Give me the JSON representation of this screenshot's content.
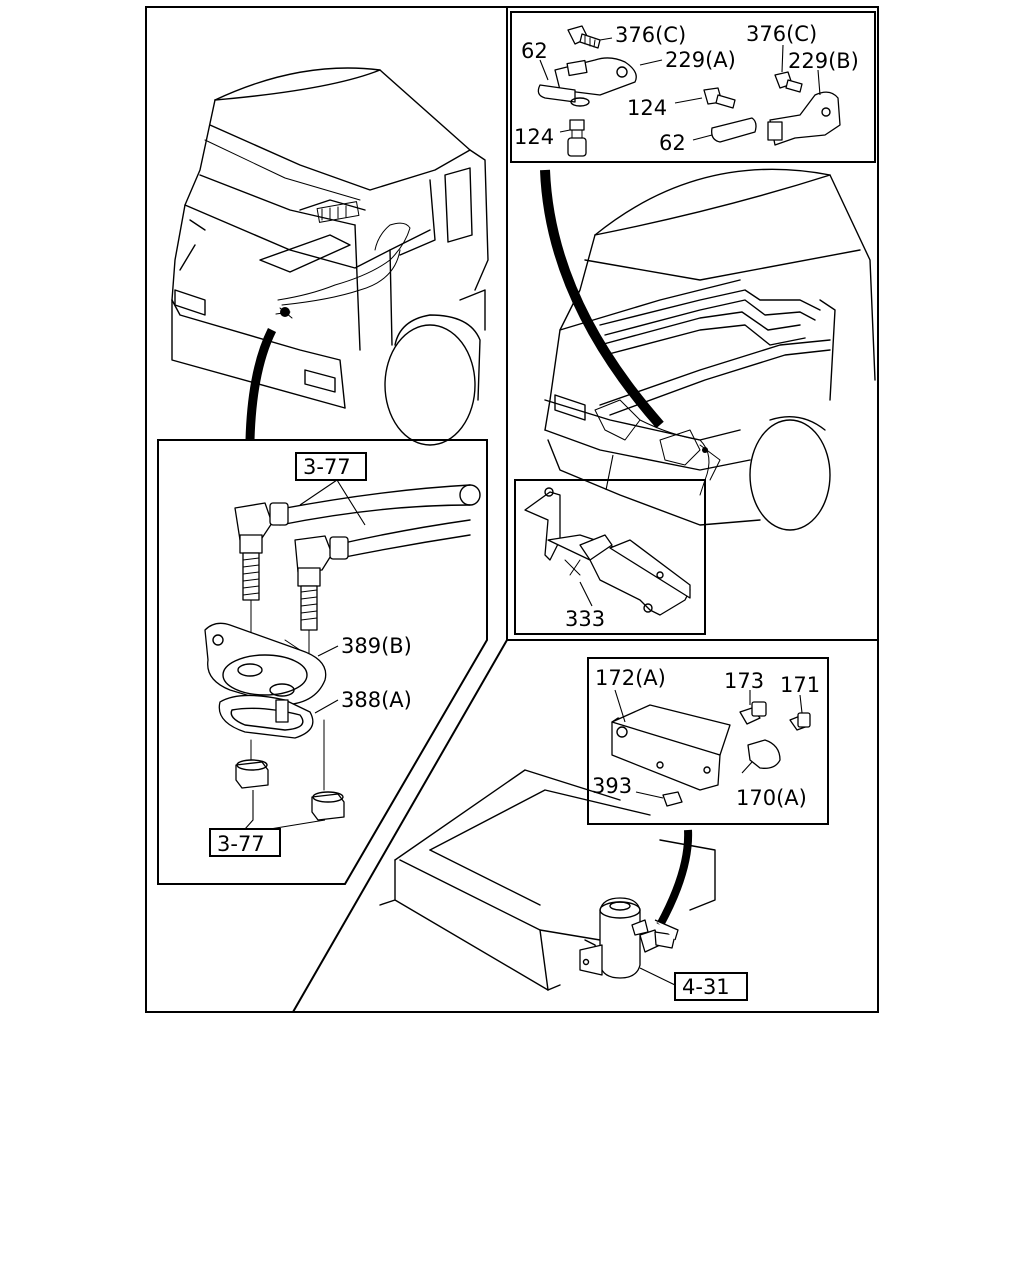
{
  "labels": {
    "top_right": {
      "l376c_a": "376(C)",
      "l376c_b": "376(C)",
      "l229a": "229(A)",
      "l229b": "229(B)",
      "l62_a": "62",
      "l62_b": "62",
      "l124_a": "124",
      "l124_b": "124"
    },
    "hose_detail": {
      "ref_top": "3-77",
      "l389b": "389(B)",
      "l388a": "388(A)",
      "ref_bottom": "3-77"
    },
    "bracket": {
      "l333": "333"
    },
    "mount_detail": {
      "l172a": "172(A)",
      "l173": "173",
      "l171": "171",
      "l393": "393",
      "l170a": "170(A)"
    },
    "tank": {
      "ref": "4-31"
    }
  }
}
